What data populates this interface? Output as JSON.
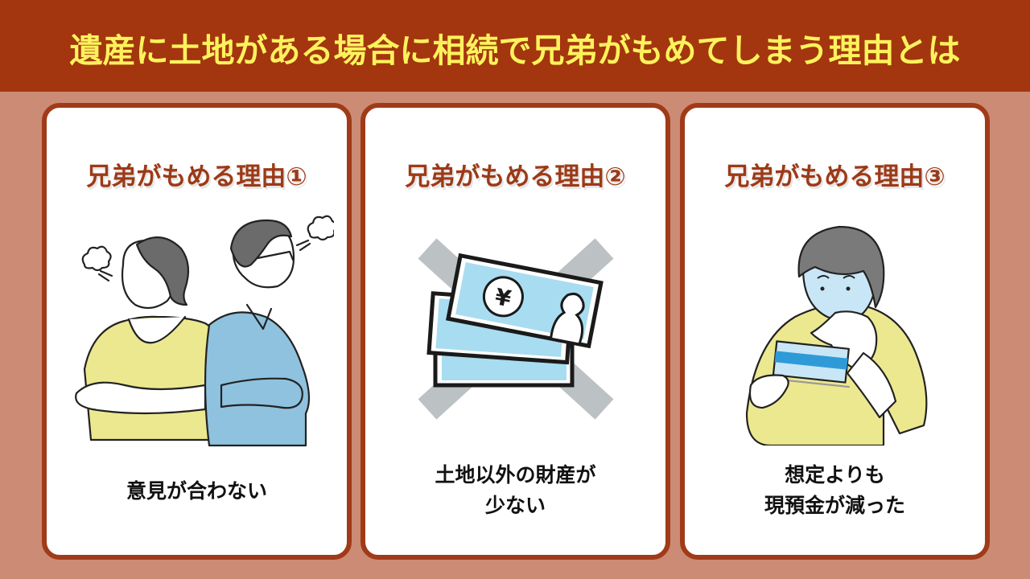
{
  "header": {
    "title": "遺産に土地がある場合に相続で兄弟がもめてしまう理由とは"
  },
  "colors": {
    "header_bg": "#a3360e",
    "header_text": "#fdf25c",
    "page_bg": "#cc8b74",
    "card_border": "#a03a18",
    "card_title": "#9c3a17",
    "caption_text": "#111111"
  },
  "cards": [
    {
      "title": "兄弟がもめる理由①",
      "illustration": "arguing-siblings-illustration",
      "caption_lines": [
        "意見が合わない"
      ]
    },
    {
      "title": "兄弟がもめる理由②",
      "illustration": "banknotes-crossed-out-illustration",
      "caption_lines": [
        "土地以外の財産が",
        "少ない"
      ]
    },
    {
      "title": "兄弟がもめる理由③",
      "illustration": "worried-person-bankbook-illustration",
      "caption_lines": [
        "想定よりも",
        "現預金が減った"
      ]
    }
  ]
}
